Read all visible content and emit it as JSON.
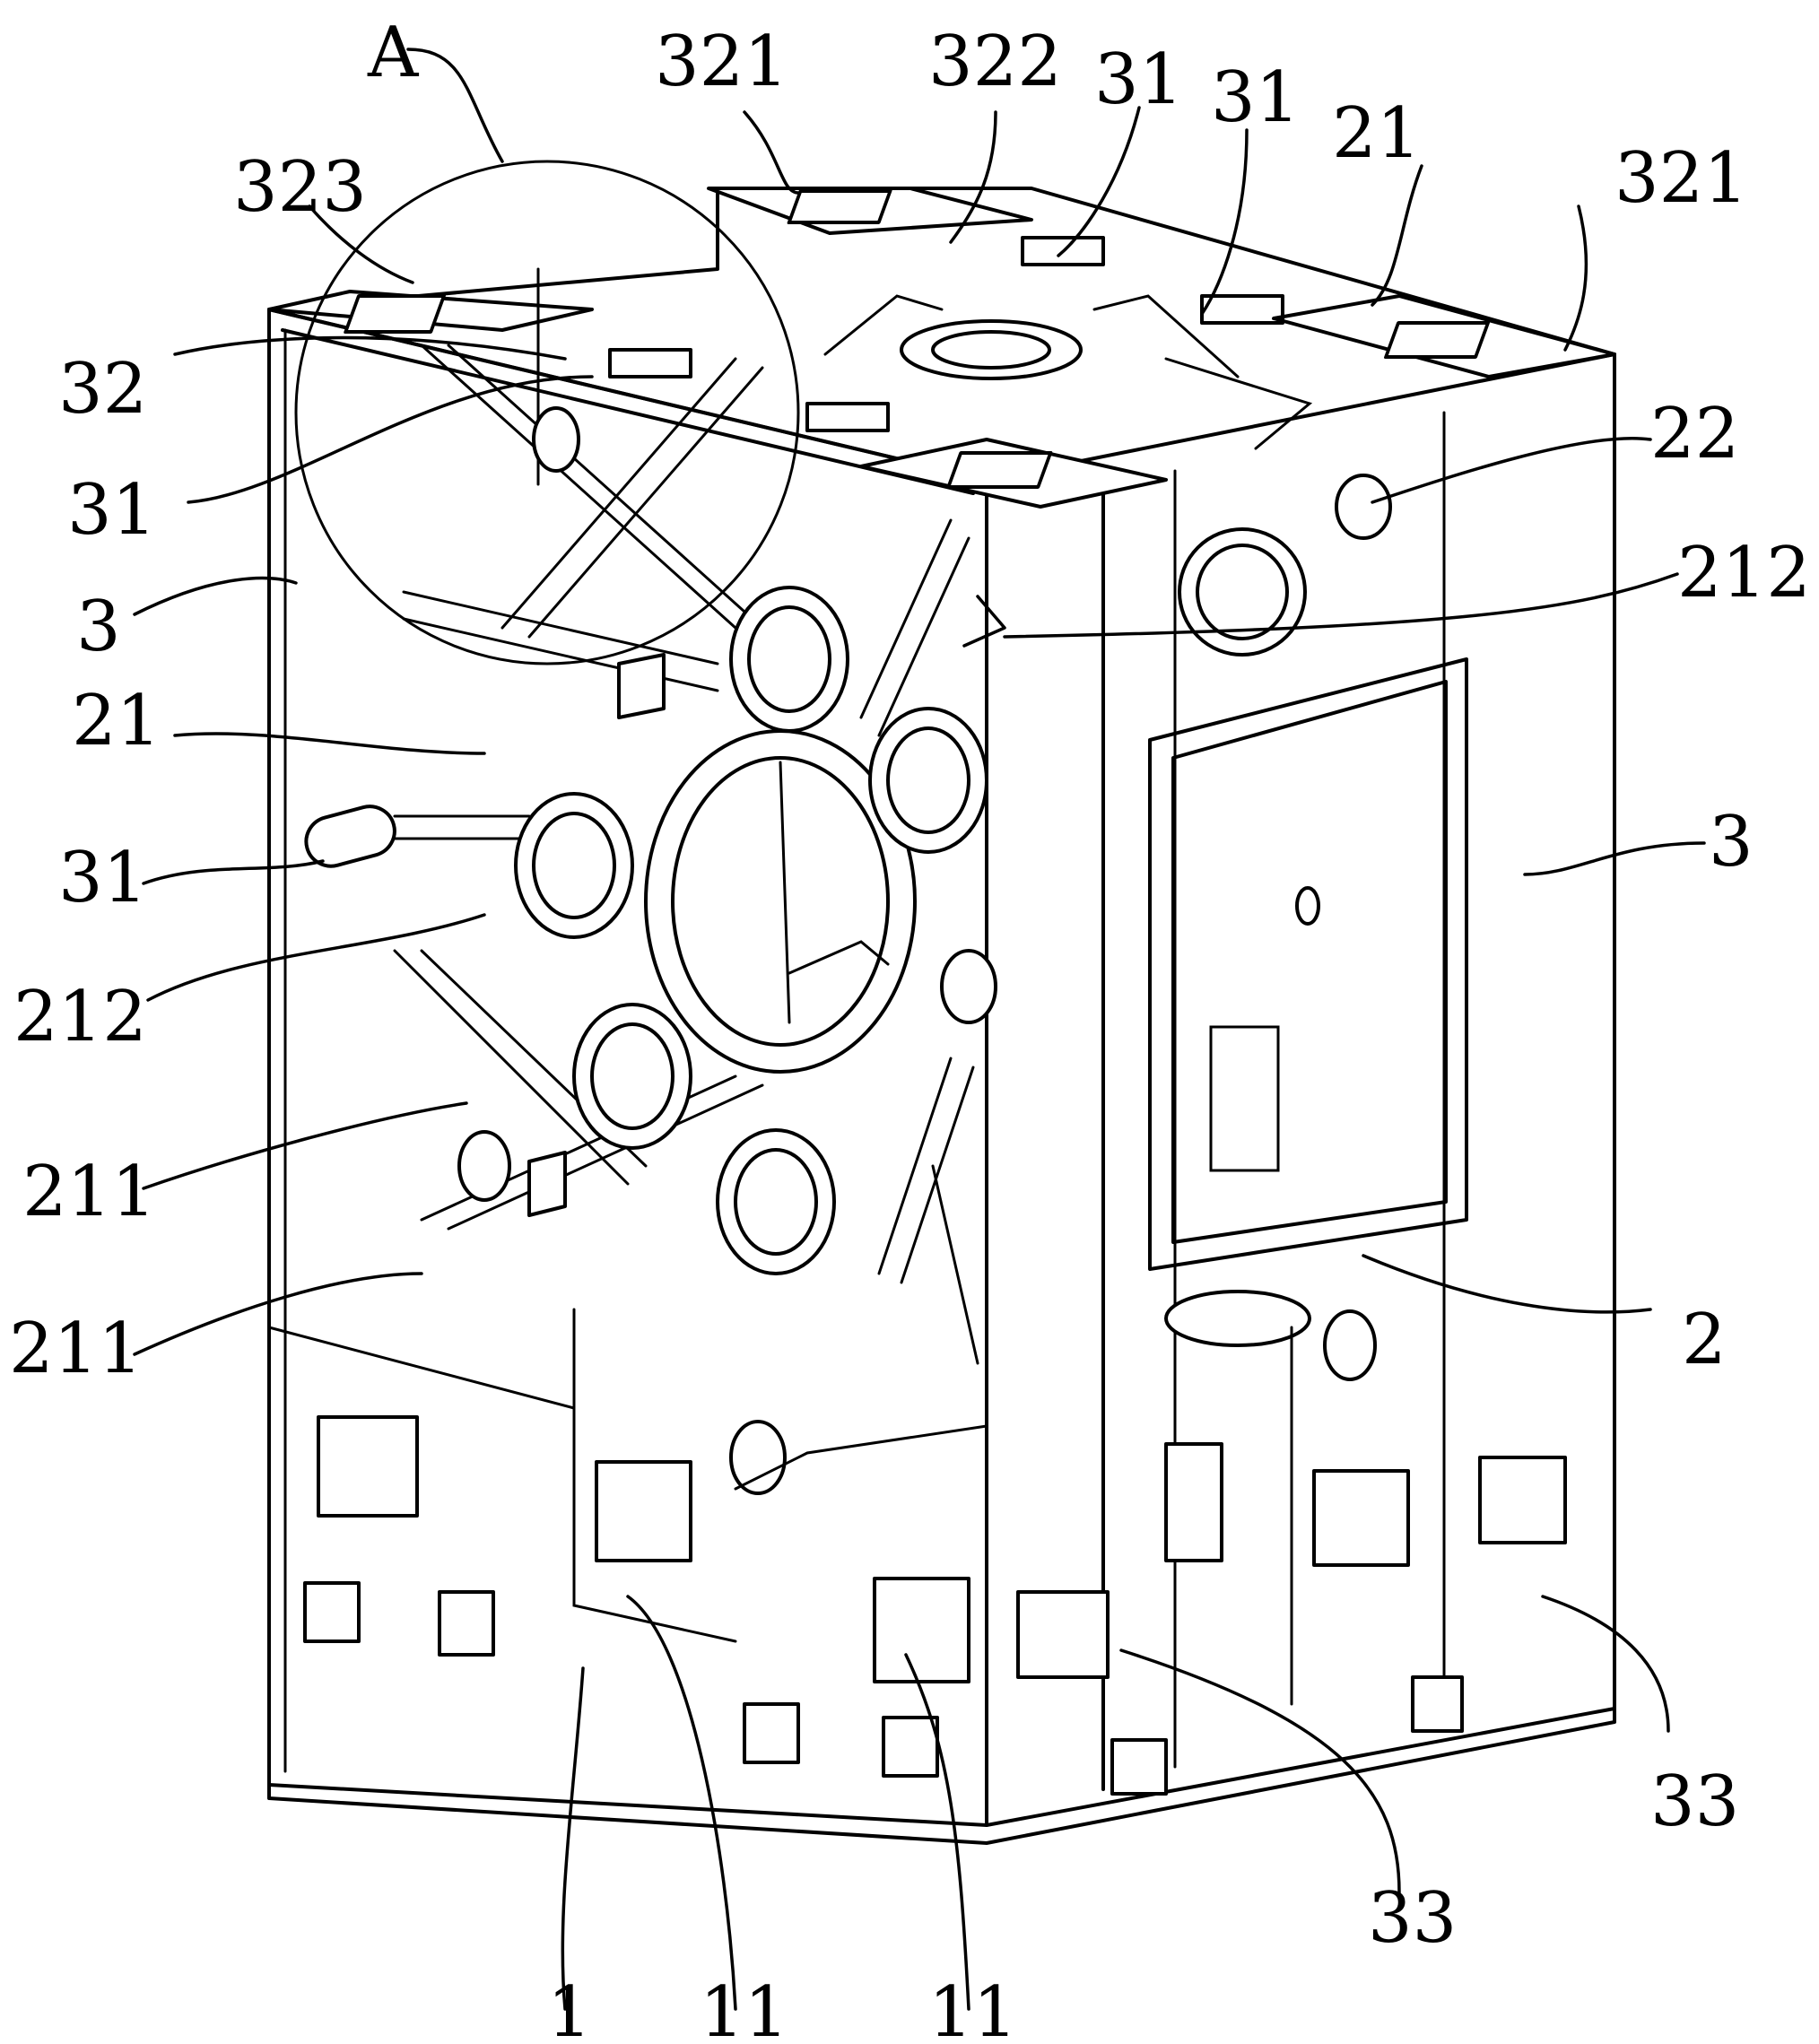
{
  "figure": {
    "detail_marker": "A",
    "callouts": [
      {
        "id": "A",
        "text": "A"
      },
      {
        "id": "321-top-left",
        "text": "321"
      },
      {
        "id": "322",
        "text": "322"
      },
      {
        "id": "31-top-a",
        "text": "31"
      },
      {
        "id": "31-top-b",
        "text": "31"
      },
      {
        "id": "21-top",
        "text": "21"
      },
      {
        "id": "321-top-right",
        "text": "321"
      },
      {
        "id": "323",
        "text": "323"
      },
      {
        "id": "32",
        "text": "32"
      },
      {
        "id": "31-left-upper",
        "text": "31"
      },
      {
        "id": "22",
        "text": "22"
      },
      {
        "id": "3-left",
        "text": "3"
      },
      {
        "id": "212-right",
        "text": "212"
      },
      {
        "id": "21-left",
        "text": "21"
      },
      {
        "id": "31-left-mid",
        "text": "31"
      },
      {
        "id": "3-right",
        "text": "3"
      },
      {
        "id": "212-left",
        "text": "212"
      },
      {
        "id": "211-upper",
        "text": "211"
      },
      {
        "id": "211-lower",
        "text": "211"
      },
      {
        "id": "2",
        "text": "2"
      },
      {
        "id": "33-right",
        "text": "33"
      },
      {
        "id": "33-mid",
        "text": "33"
      },
      {
        "id": "1",
        "text": "1"
      },
      {
        "id": "11-left",
        "text": "11"
      },
      {
        "id": "11-right",
        "text": "11"
      }
    ]
  }
}
